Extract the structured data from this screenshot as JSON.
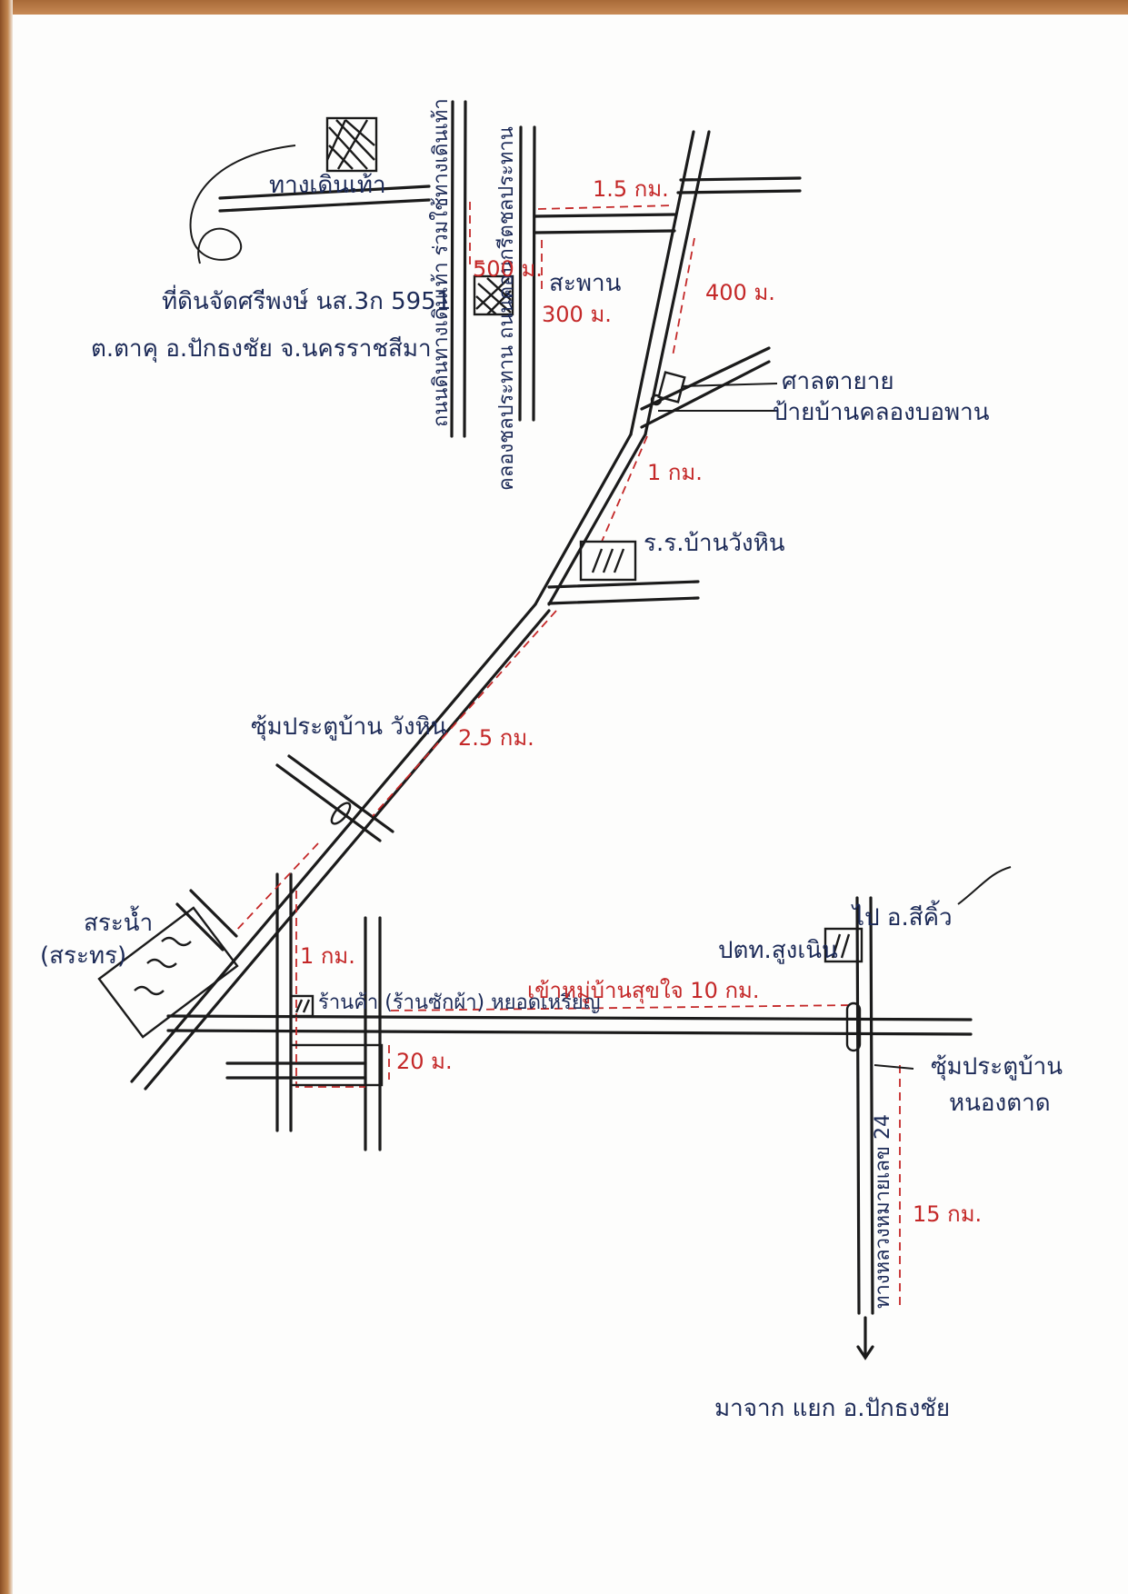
{
  "map": {
    "labels": {
      "trail_top": "ทางเดินเท้า",
      "cemetery_line1": "ที่ดินจัดศรีพงษ์ นส.3ก 5951",
      "cemetery_line2": "ต.ตาคุ อ.ปักธงชัย จ.นครราชสีมา",
      "road_left_vertical": "ถนนดินทางเดินเท้า ร่วมใช้ทางเดินเท้า",
      "road_irrigation": "คลองชลประทาน ถนนคอนกรีตชลประทาน",
      "bridge": "สะพาน",
      "sala": "ศาลตายาย",
      "sign": "ป้ายบ้านคลองบอพาน",
      "school": "ร.ร.บ้านวังหิน",
      "gate": "ซุ้มประตูบ้าน วังหิน",
      "pond_line1": "สระน้ำ",
      "pond_line2": "(สระทร)",
      "shop": "ร้านค้า (ร้านซักผ้า) หยอดเหรียญ",
      "ptt": "ปตท.สูงเนิน",
      "sikhio": "ไป อ.สีคิ้ว",
      "enter_village": "เข้าหมู่บ้านสุขใจ 10 กม.",
      "highway": "ทางหลวงหมายเลข 24",
      "gate2_line1": "ซุ้มประตูบ้าน",
      "gate2_line2": "หนองตาด",
      "from": "มาจาก แยก อ.ปักธงชัย"
    },
    "distances": {
      "d_top": "1.5 กม.",
      "d_500": "500 ม.",
      "d_300": "300 ม.",
      "d_400": "400 ม.",
      "d_1km": "1 กม.",
      "d_25": "2.5 กม.",
      "d_1km_b": "1 กม.",
      "d_20": "20 ม.",
      "d_15": "15 กม."
    }
  }
}
